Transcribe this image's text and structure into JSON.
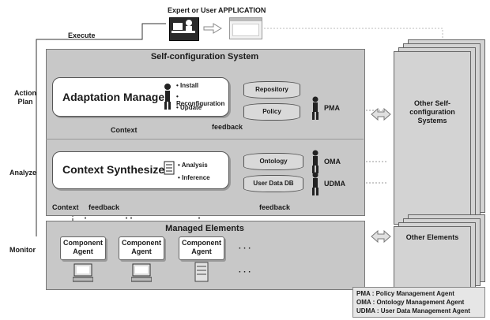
{
  "top": {
    "expert_label": "Expert or User",
    "application_label": "APPLICATION",
    "execute_label": "Execute"
  },
  "side_labels": {
    "action_plan": "Action\nPlan",
    "analyze": "Analyze",
    "monitor": "Monitor"
  },
  "self_config": {
    "title": "Self-configuration System",
    "adaptation_manager": {
      "title": "Adaptation Manager",
      "bullets": [
        "Install",
        "Reconfiguration",
        "Update"
      ]
    },
    "context_synthesizer": {
      "title": "Context Synthesizer",
      "bullets": [
        "Analysis",
        "Inference"
      ]
    },
    "repository": "Repository",
    "policy": "Policy",
    "ontology": "Ontology",
    "user_data_db": "User Data DB",
    "pma": "PMA",
    "oma": "OMA",
    "udma": "UDMA",
    "context_label_1": "Context",
    "feedback_label_1": "feedback",
    "context_label_2": "Context",
    "feedback_label_2": "feedback",
    "feedback_label_3": "feedback"
  },
  "managed": {
    "title": "Managed Elements",
    "agents": [
      "Component\nAgent",
      "Component\nAgent",
      "Component\nAgent"
    ],
    "dots": "· · ·"
  },
  "right": {
    "other_self_config": "Other Self-configuration\nSystems",
    "other_elements": "Other Elements"
  },
  "legend": [
    "PMA : Policy Management Agent",
    "OMA : Ontology Management Agent",
    "UDMA : User Data Management Agent"
  ]
}
